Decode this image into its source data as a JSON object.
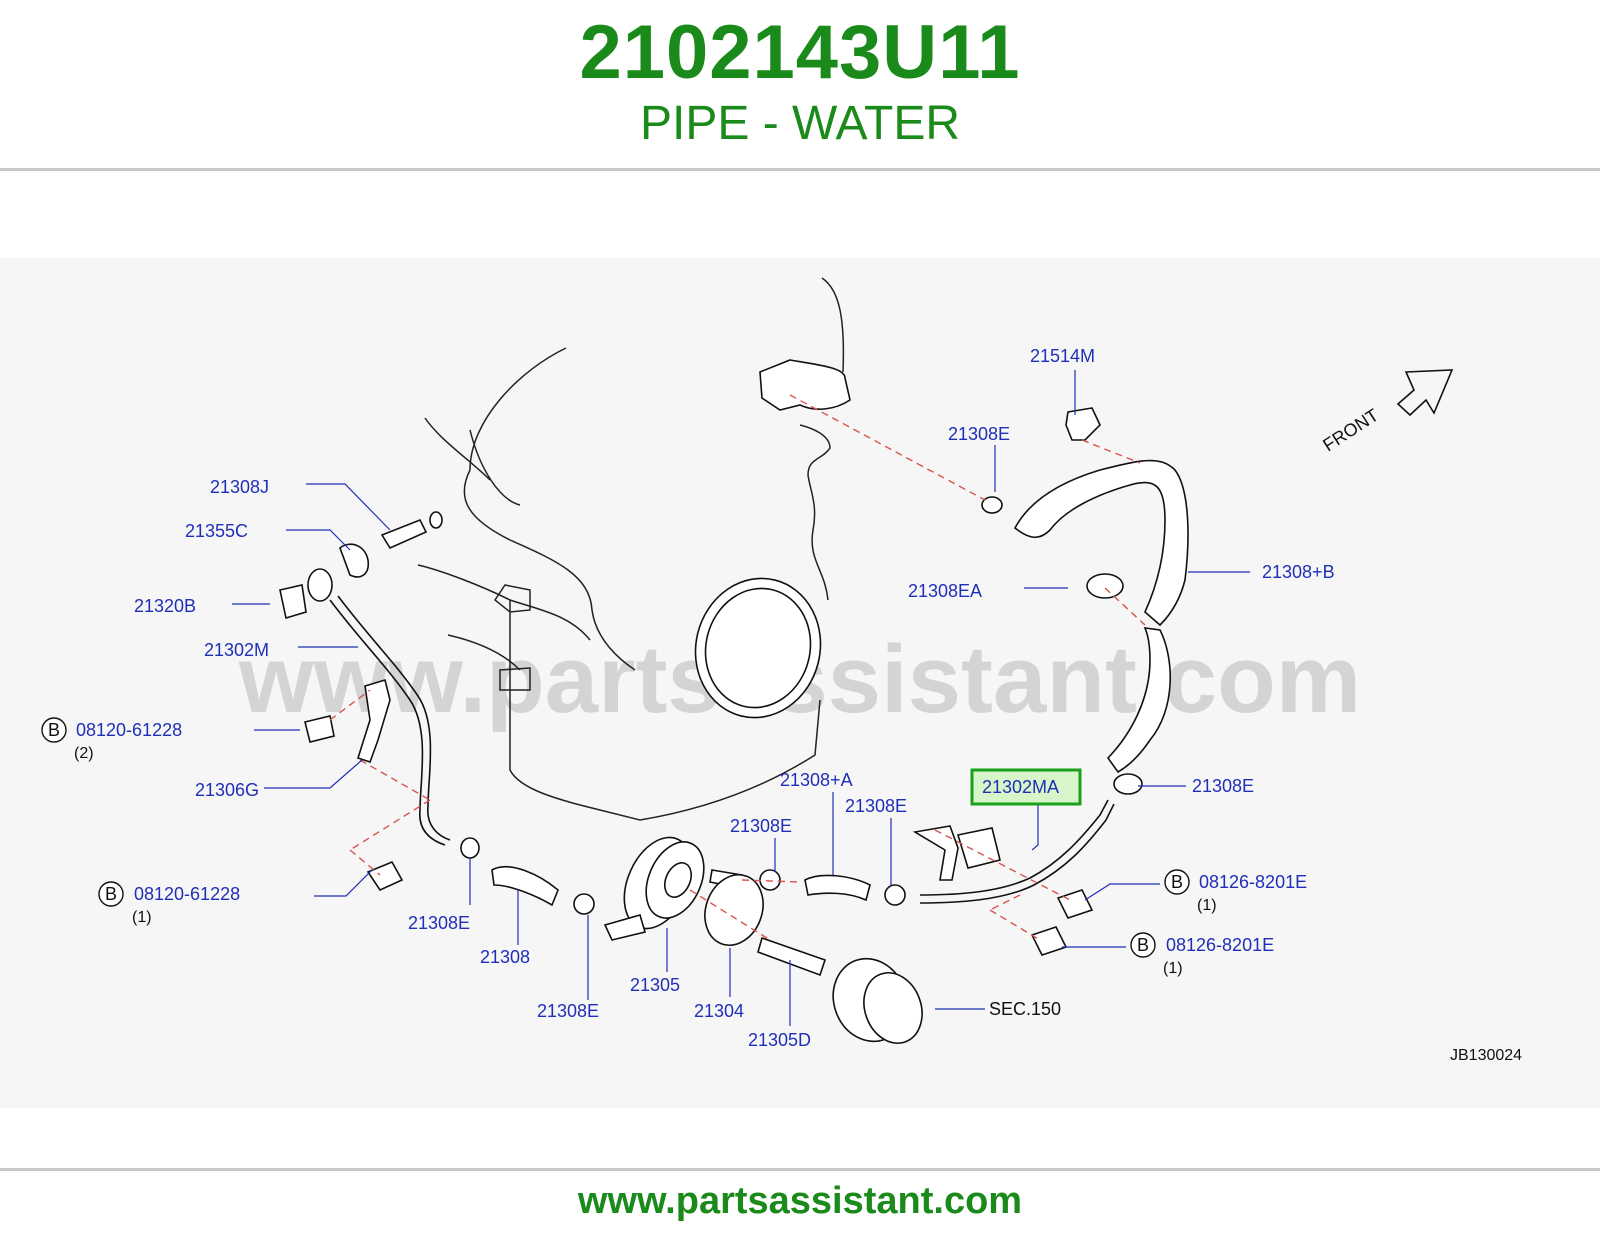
{
  "header": {
    "part_number": "2102143U11",
    "part_name": "PIPE - WATER"
  },
  "diagram": {
    "watermark": "www.partsassistant.com",
    "front_label": "FRONT",
    "code": "JB130024",
    "highlighted_label": "21302MA",
    "labels": {
      "l_21514M": "21514M",
      "l_21308E_top": "21308E",
      "l_21308J": "21308J",
      "l_21355C": "21355C",
      "l_21320B": "21320B",
      "l_21302M": "21302M",
      "l_21308EA": "21308EA",
      "l_21308B": "21308+B",
      "l_bolt1": "08120-61228",
      "l_bolt1_qty": "(2)",
      "l_21306G": "21306G",
      "l_21308A": "21308+A",
      "l_21308E_right": "21308E",
      "l_21308E_mid1": "21308E",
      "l_21308E_mid2": "21308E",
      "l_bolt2": "08120-61228",
      "l_bolt2_qty": "(1)",
      "l_21308E_low": "21308E",
      "l_21308": "21308",
      "l_21305": "21305",
      "l_21308E_bottom": "21308E",
      "l_21304": "21304",
      "l_21305D": "21305D",
      "l_sec150": "SEC.150",
      "l_bolt3": "08126-8201E",
      "l_bolt3_qty": "(1)",
      "l_bolt4": "08126-8201E",
      "l_bolt4_qty": "(1)",
      "bolt_marker": "B"
    }
  },
  "footer": {
    "url": "www.partsassistant.com"
  },
  "colors": {
    "brand_green": "#1a8a1a",
    "label_blue": "#1f2fb8",
    "highlight_fill": "#d7f5c8",
    "highlight_border": "#1aa01a",
    "dash_red": "#d9534f"
  }
}
